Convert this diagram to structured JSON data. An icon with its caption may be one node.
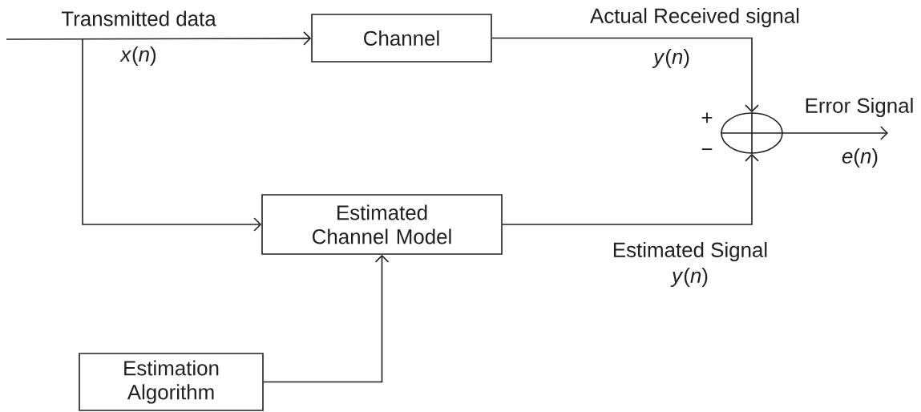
{
  "diagram": {
    "nodes": [
      {
        "text": [
          "Channel"
        ]
      },
      {
        "text": [
          "Estimated Channel Model"
        ]
      },
      {
        "text": [
          "Estimation Algorithm"
        ]
      },
      {
        "text": [],
        "shape": "ellipse",
        "beside": [
          "+",
          "−"
        ]
      }
    ],
    "edges": [
      {
        "from": null,
        "to": 0,
        "arrow": "to"
      },
      {
        "from": null,
        "to": 1,
        "arrow": "to"
      },
      {
        "from": 0,
        "to": 3,
        "arrow": "to"
      },
      {
        "from": 1,
        "to": 3,
        "arrow": "to"
      },
      {
        "from": 2,
        "to": 1,
        "arrow": "to"
      },
      {
        "from": 3,
        "to": null,
        "arrow": "to",
        "label": "Error Signal"
      }
    ],
    "labels": [
      "Transmitted data",
      "*x*(*n*)",
      "Actual Received signal",
      "*y*(*n*)",
      "*e*(*n*)",
      "Estimated Signal",
      "*y*(*n*)"
    ]
  }
}
